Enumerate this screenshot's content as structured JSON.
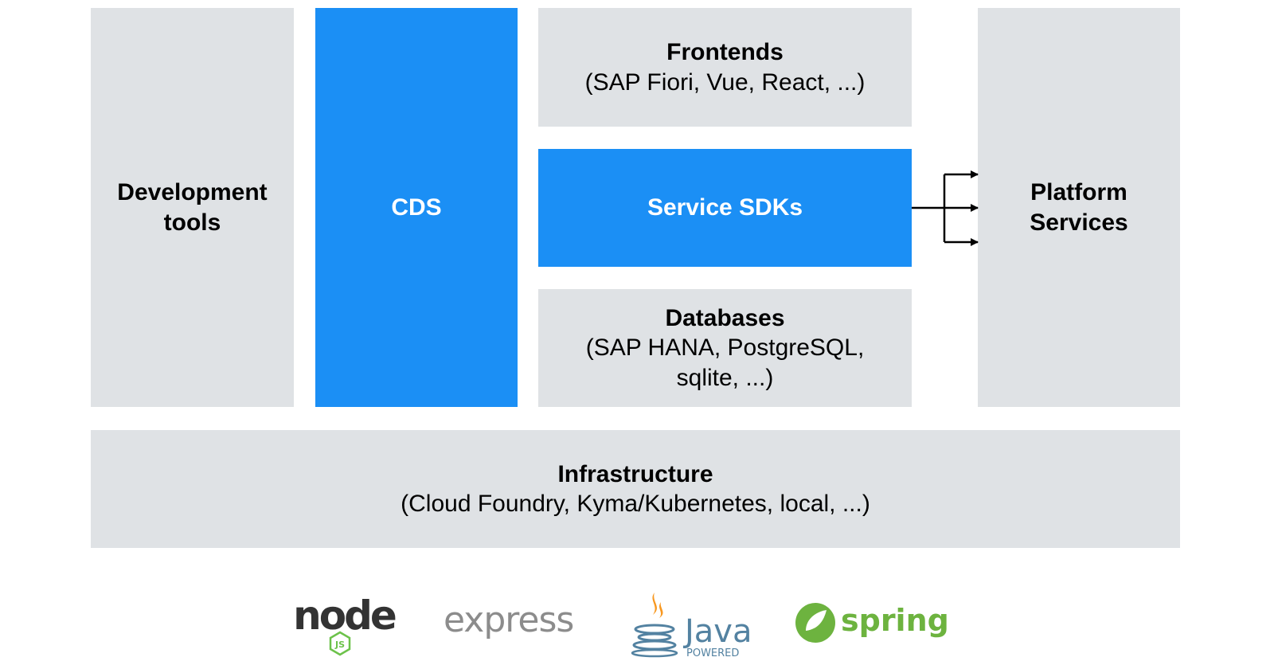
{
  "blocks": {
    "dev_tools": {
      "title": "Development\ntools"
    },
    "cds": {
      "title": "CDS"
    },
    "frontends": {
      "title": "Frontends",
      "sub": "(SAP Fiori, Vue, React, ...)"
    },
    "service_sdks": {
      "title": "Service SDKs"
    },
    "databases": {
      "title": "Databases",
      "sub": "(SAP HANA, PostgreSQL,\nsqlite, ...)"
    },
    "platform": {
      "title": "Platform\nServices"
    },
    "infrastructure": {
      "title": "Infrastructure",
      "sub": "(Cloud Foundry, Kyma/Kubernetes, local, ...)"
    }
  },
  "logos": {
    "node": {
      "text": "node",
      "sub": "JS"
    },
    "express": {
      "text": "express"
    },
    "java": {
      "text": "Java",
      "sub": "POWERED"
    },
    "spring": {
      "text": "spring"
    }
  },
  "colors": {
    "blue": "#1b8ff5",
    "gray": "#dfe2e5",
    "node_green": "#6cc24a",
    "spring_green": "#6db33f",
    "java_blue": "#5382a1",
    "java_orange": "#f89820"
  }
}
